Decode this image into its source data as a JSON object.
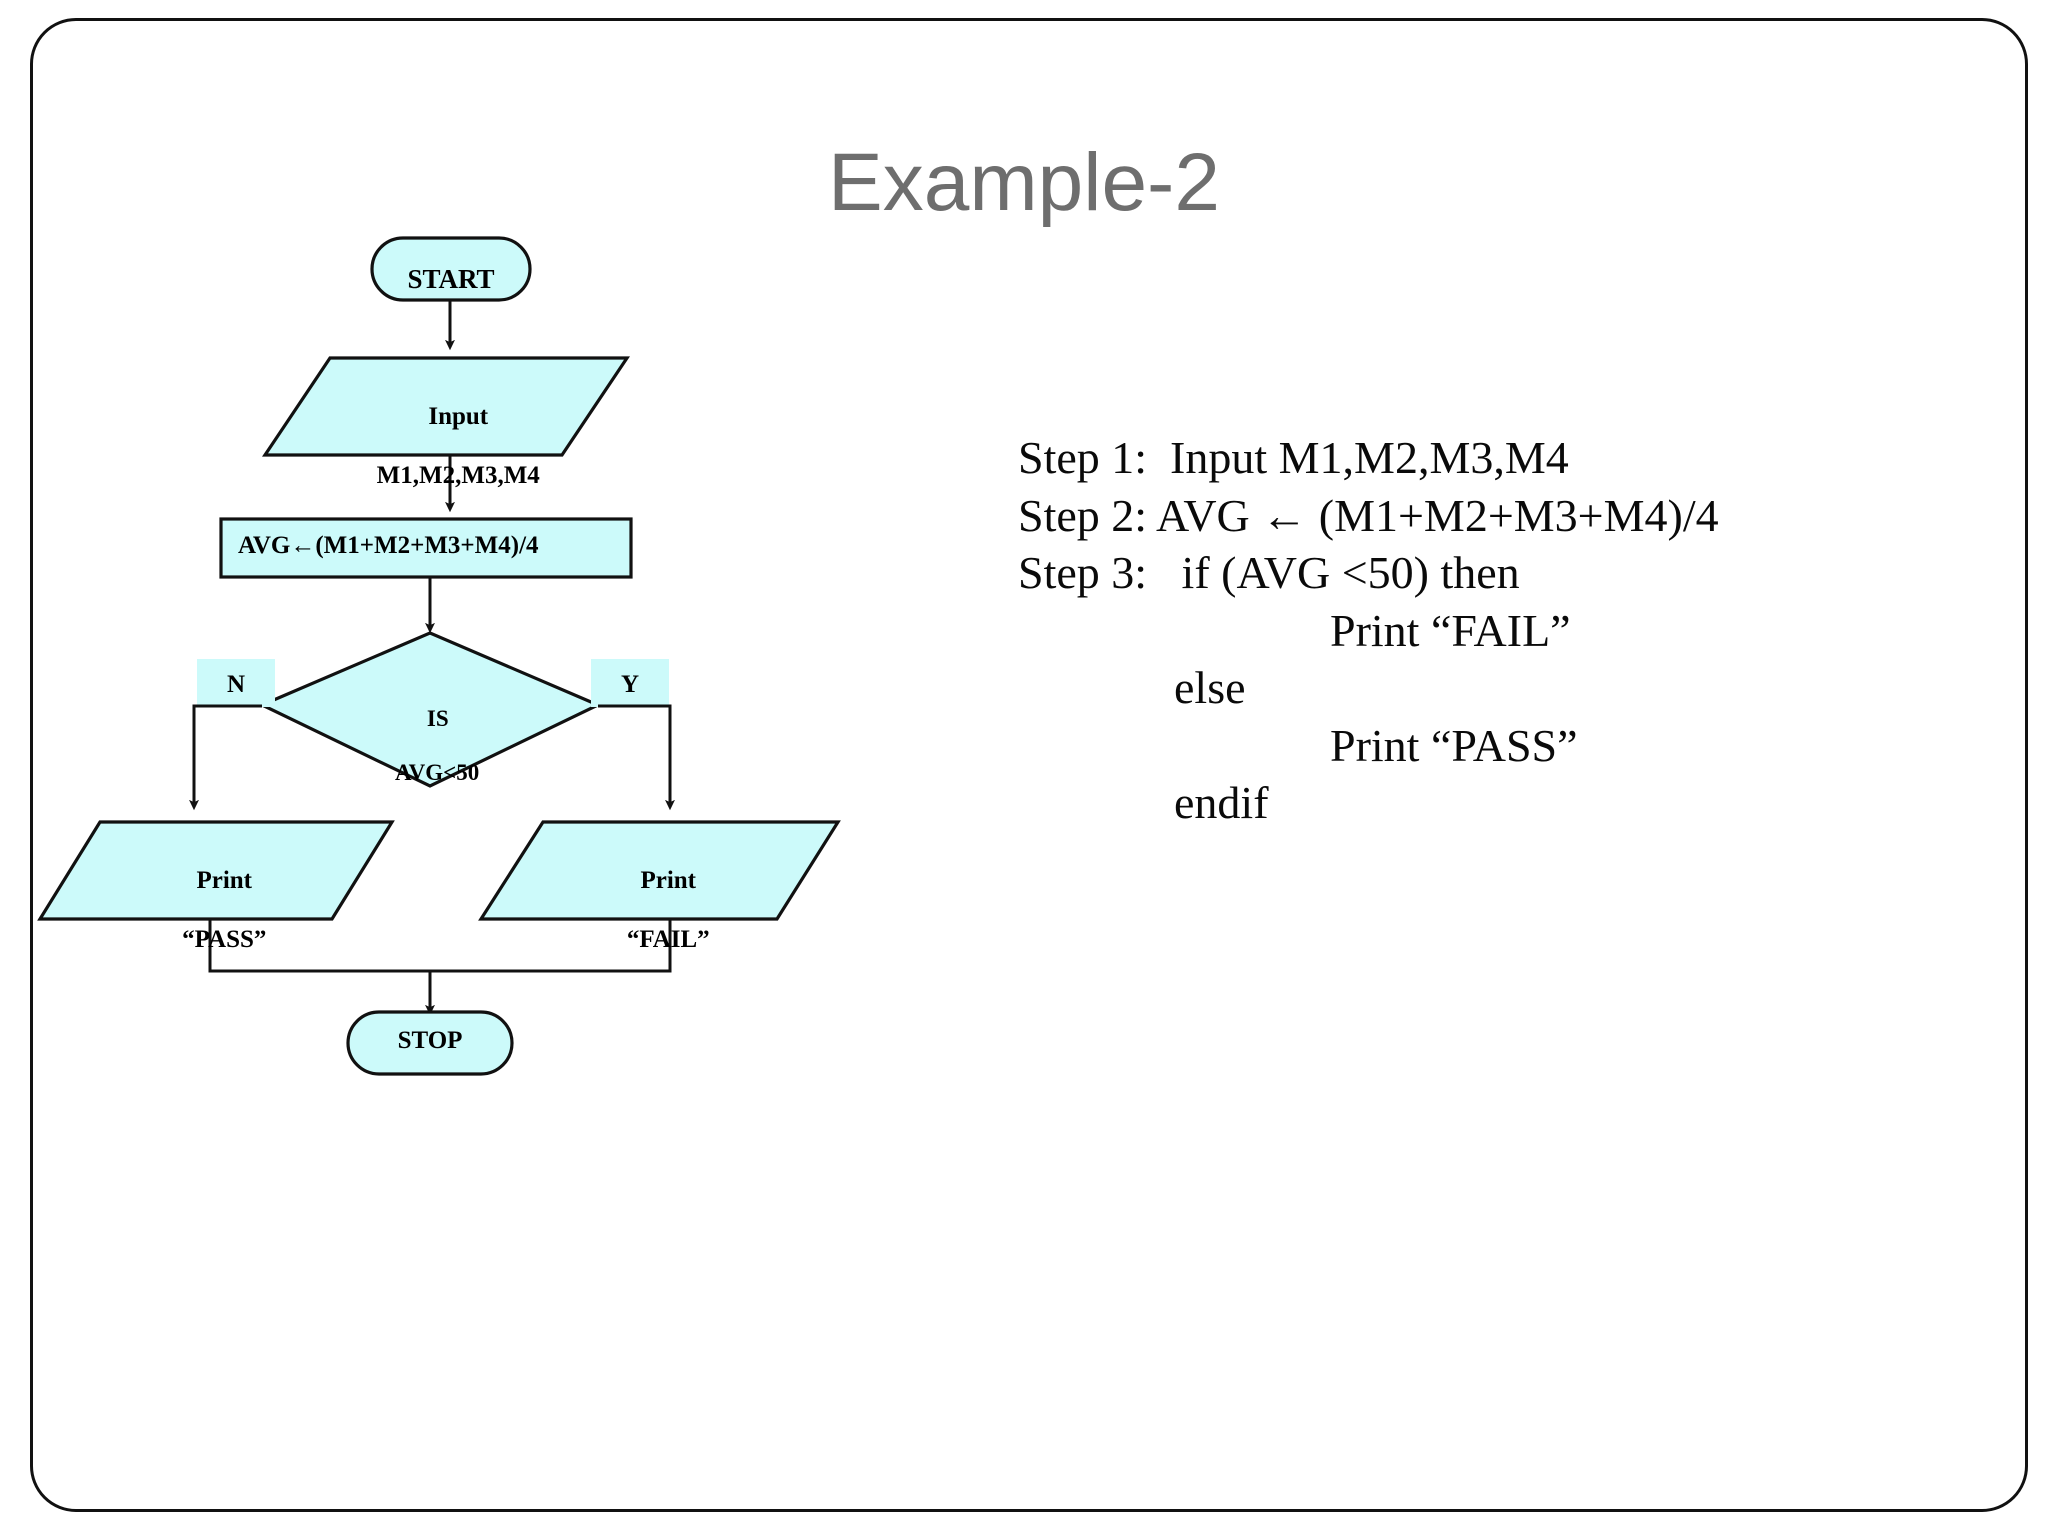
{
  "slide": {
    "title": "Example-2",
    "title_color": "#6e6e6e",
    "frame_border_color": "#111111",
    "background_color": "#ffffff"
  },
  "flowchart": {
    "shape_fill": "#CCFAFA",
    "shape_stroke": "#111111",
    "connector_color": "#111111",
    "nodes": [
      {
        "id": "start",
        "type": "terminator",
        "label": "START"
      },
      {
        "id": "input",
        "type": "input-output",
        "label_line1": "Input",
        "label_line2": "M1,M2,M3,M4"
      },
      {
        "id": "process",
        "type": "process",
        "label": "AVG←(M1+M2+M3+M4)/4"
      },
      {
        "id": "decision",
        "type": "decision",
        "label_line1": "IS",
        "label_line2": "AVG<50"
      },
      {
        "id": "print-pass",
        "type": "input-output",
        "label_line1": "Print",
        "label_line2": "“PASS”"
      },
      {
        "id": "print-fail",
        "type": "input-output",
        "label_line1": "Print",
        "label_line2": "“FAIL”"
      },
      {
        "id": "stop",
        "type": "terminator",
        "label": "STOP"
      }
    ],
    "branch_labels": {
      "no": "N",
      "yes": "Y"
    }
  },
  "pseudocode": {
    "lines": [
      {
        "text": "Step 1:  Input M1,M2,M3,M4",
        "indent": 0
      },
      {
        "text": "Step 2: AVG ← (M1+M2+M3+M4)/4",
        "indent": 0
      },
      {
        "text": "Step 3:   if (AVG <50) then",
        "indent": 0
      },
      {
        "text": "Print “FAIL”",
        "indent": 1
      },
      {
        "text": "else",
        "indent": 2
      },
      {
        "text": "Print “PASS”",
        "indent": 1
      },
      {
        "text": "endif",
        "indent": 2
      }
    ]
  }
}
